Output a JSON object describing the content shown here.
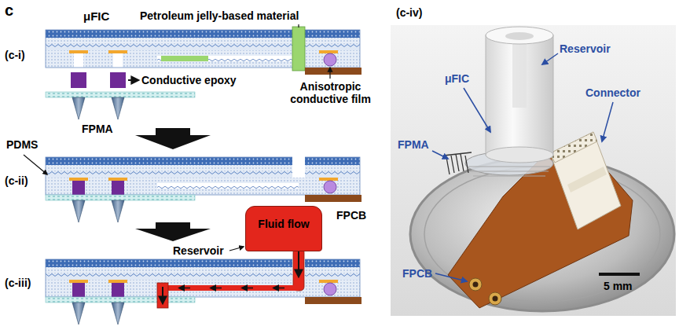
{
  "diagram": {
    "nodes": [
      {
        "text": [
          "Fluid flow"
        ]
      }
    ],
    "labels": [
      "c",
      "μFIC",
      "Petroleum jelly-based material",
      "(c-i)",
      "Conductive epoxy",
      "Anisotropic conductive film",
      "FPMA",
      "PDMS",
      "(c-ii)",
      "FPCB",
      "Reservoir",
      "(c-iii)",
      "(c-iv)",
      "Reservoir",
      "μFIC",
      "Connector",
      "FPMA",
      "FPCB",
      "5 mm"
    ]
  }
}
